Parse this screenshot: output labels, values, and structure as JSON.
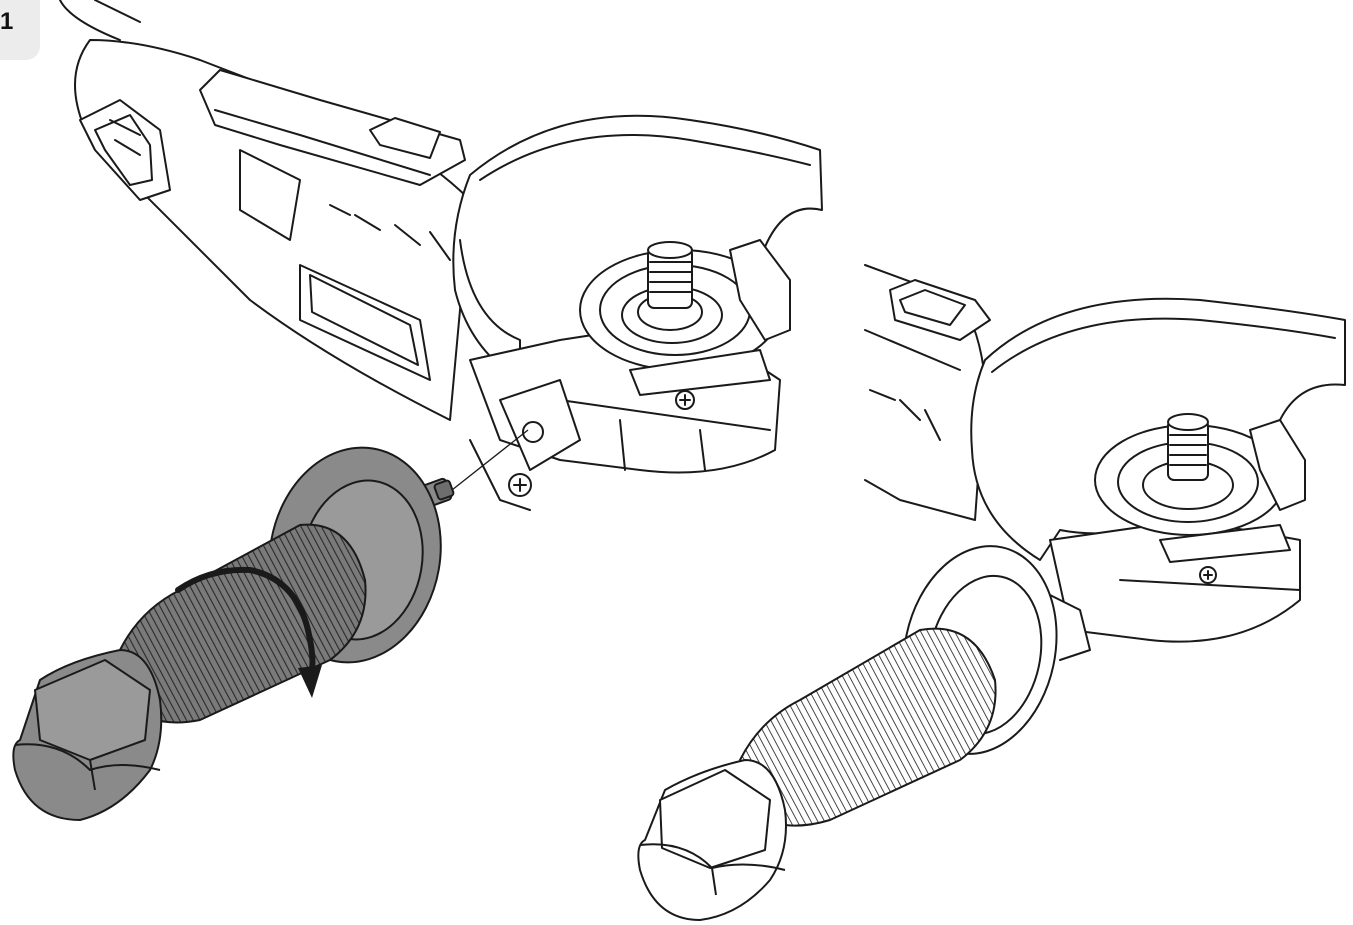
{
  "step": {
    "number": "1"
  },
  "illustration": {
    "left_panel": "attaching-side-handle",
    "right_panel": "side-handle-installed",
    "icons": [
      "rotation-arrow-icon",
      "alignment-line"
    ]
  },
  "colors": {
    "line": "#1a1a1a",
    "handle_fill": "#8a8a8a",
    "handle_dark": "#5e5e5e",
    "tab_bg": "#ececec",
    "background": "#ffffff"
  }
}
